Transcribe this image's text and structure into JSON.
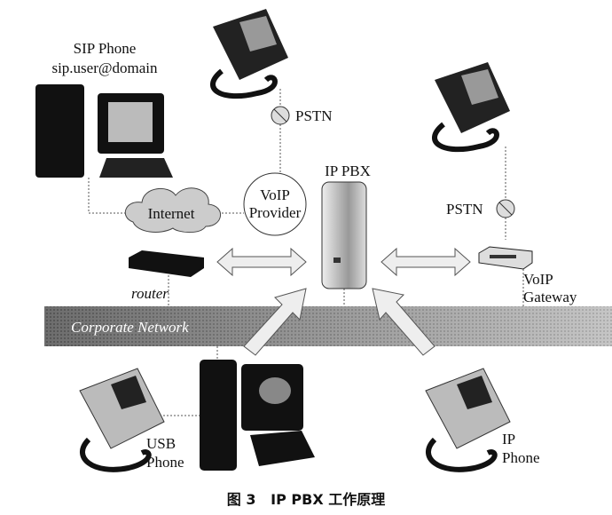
{
  "labels": {
    "sip_phone": "SIP Phone",
    "sip_address": "sip.user@domain",
    "pstn_top": "PSTN",
    "pstn_right": "PSTN",
    "internet": "Internet",
    "voip_provider_line1": "VoIP",
    "voip_provider_line2": "Provider",
    "ip_pbx": "IP PBX",
    "router": "router",
    "voip_gateway_line1": "VoIP",
    "voip_gateway_line2": "Gateway",
    "corporate_network": "Corporate Network",
    "usb_phone_line1": "USB",
    "usb_phone_line2": "Phone",
    "ip_phone_line1": "IP",
    "ip_phone_line2": "Phone"
  },
  "caption": "图 3   IP PBX 工作原理",
  "colors": {
    "ink": "#111111",
    "band": "#8a8a8a",
    "arrow": "#e6e6e6"
  }
}
